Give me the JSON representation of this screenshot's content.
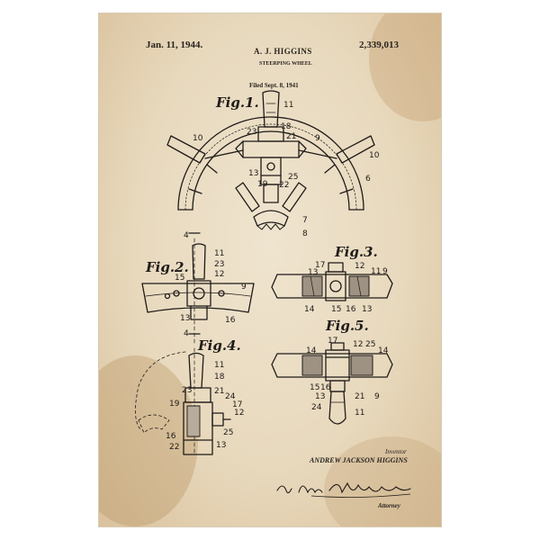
{
  "patent": {
    "date": "Jan. 11, 1944.",
    "inventor_header": "A. J. HIGGINS",
    "number": "2,339,013",
    "title": "STEERPING WHEEL",
    "filed": "Filed Sept. 8, 1941"
  },
  "figures": {
    "fig1": {
      "label": "Fig.1.",
      "refs": [
        "11",
        "10",
        "9",
        "10",
        "23",
        "18",
        "21",
        "13",
        "19",
        "22",
        "25",
        "7",
        "6",
        "8"
      ]
    },
    "fig2": {
      "label": "Fig.2.",
      "refs": [
        "4",
        "11",
        "23",
        "12",
        "15",
        "9",
        "13",
        "16",
        "4"
      ]
    },
    "fig3": {
      "label": "Fig.3.",
      "refs": [
        "17",
        "12",
        "11",
        "9",
        "13",
        "14",
        "15",
        "16",
        "13"
      ]
    },
    "fig4": {
      "label": "Fig.4.",
      "refs": [
        "11",
        "18",
        "23",
        "21",
        "24",
        "17",
        "12",
        "19",
        "25",
        "16",
        "22",
        "13"
      ]
    },
    "fig5": {
      "label": "Fig.5.",
      "refs": [
        "17",
        "12",
        "25",
        "14",
        "15",
        "16",
        "13",
        "24",
        "21",
        "9",
        "11"
      ]
    }
  },
  "footer": {
    "inventor_label": "Inventor",
    "inventor_name": "ANDREW JACKSON HIGGINS",
    "attorney_label": "Attorney"
  },
  "colors": {
    "paper": "#e8d9bd",
    "ink": "#1f1b18",
    "stain": "#b58e5c"
  }
}
